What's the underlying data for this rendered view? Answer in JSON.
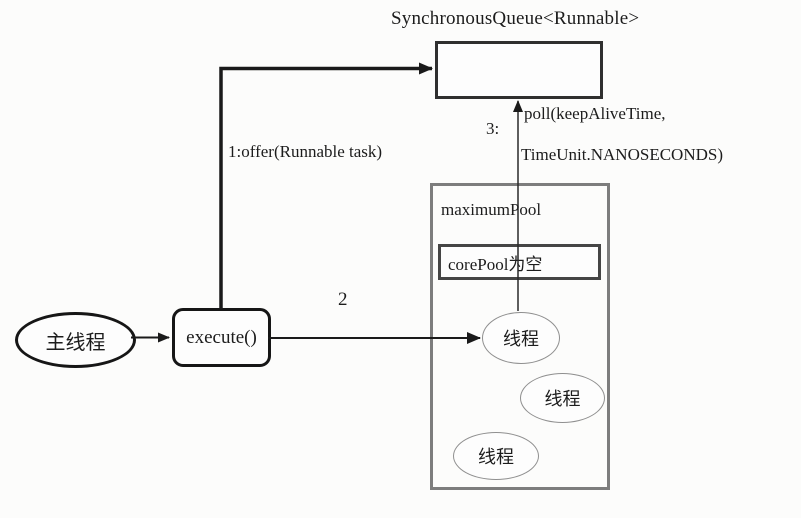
{
  "diagram": {
    "title": "SynchronousQueue&lt;Runnable&gt;",
    "title_plain": "SynchronousQueue<Runnable>",
    "nodes": {
      "main_thread": "主线程",
      "execute": "execute()",
      "maximum_pool": "maximumPool",
      "core_pool": "corePool为空",
      "threads": [
        "线程",
        "线程",
        "线程"
      ]
    },
    "labels": {
      "offer": "1:offer(Runnable task)",
      "step2": "2",
      "step3": "3:",
      "poll_line1": "poll(keepAliveTime,",
      "poll_line2": "TimeUnit.NANOSECONDS)"
    },
    "colors": {
      "line": "#1a1a1a",
      "queue_border": "#2f2f2f",
      "pool_border": "#7d7d7d",
      "corepool_border": "#454545",
      "thread_border": "#8f8f8f",
      "text": "#1c1c1c",
      "background": "#fcfcfb"
    }
  }
}
